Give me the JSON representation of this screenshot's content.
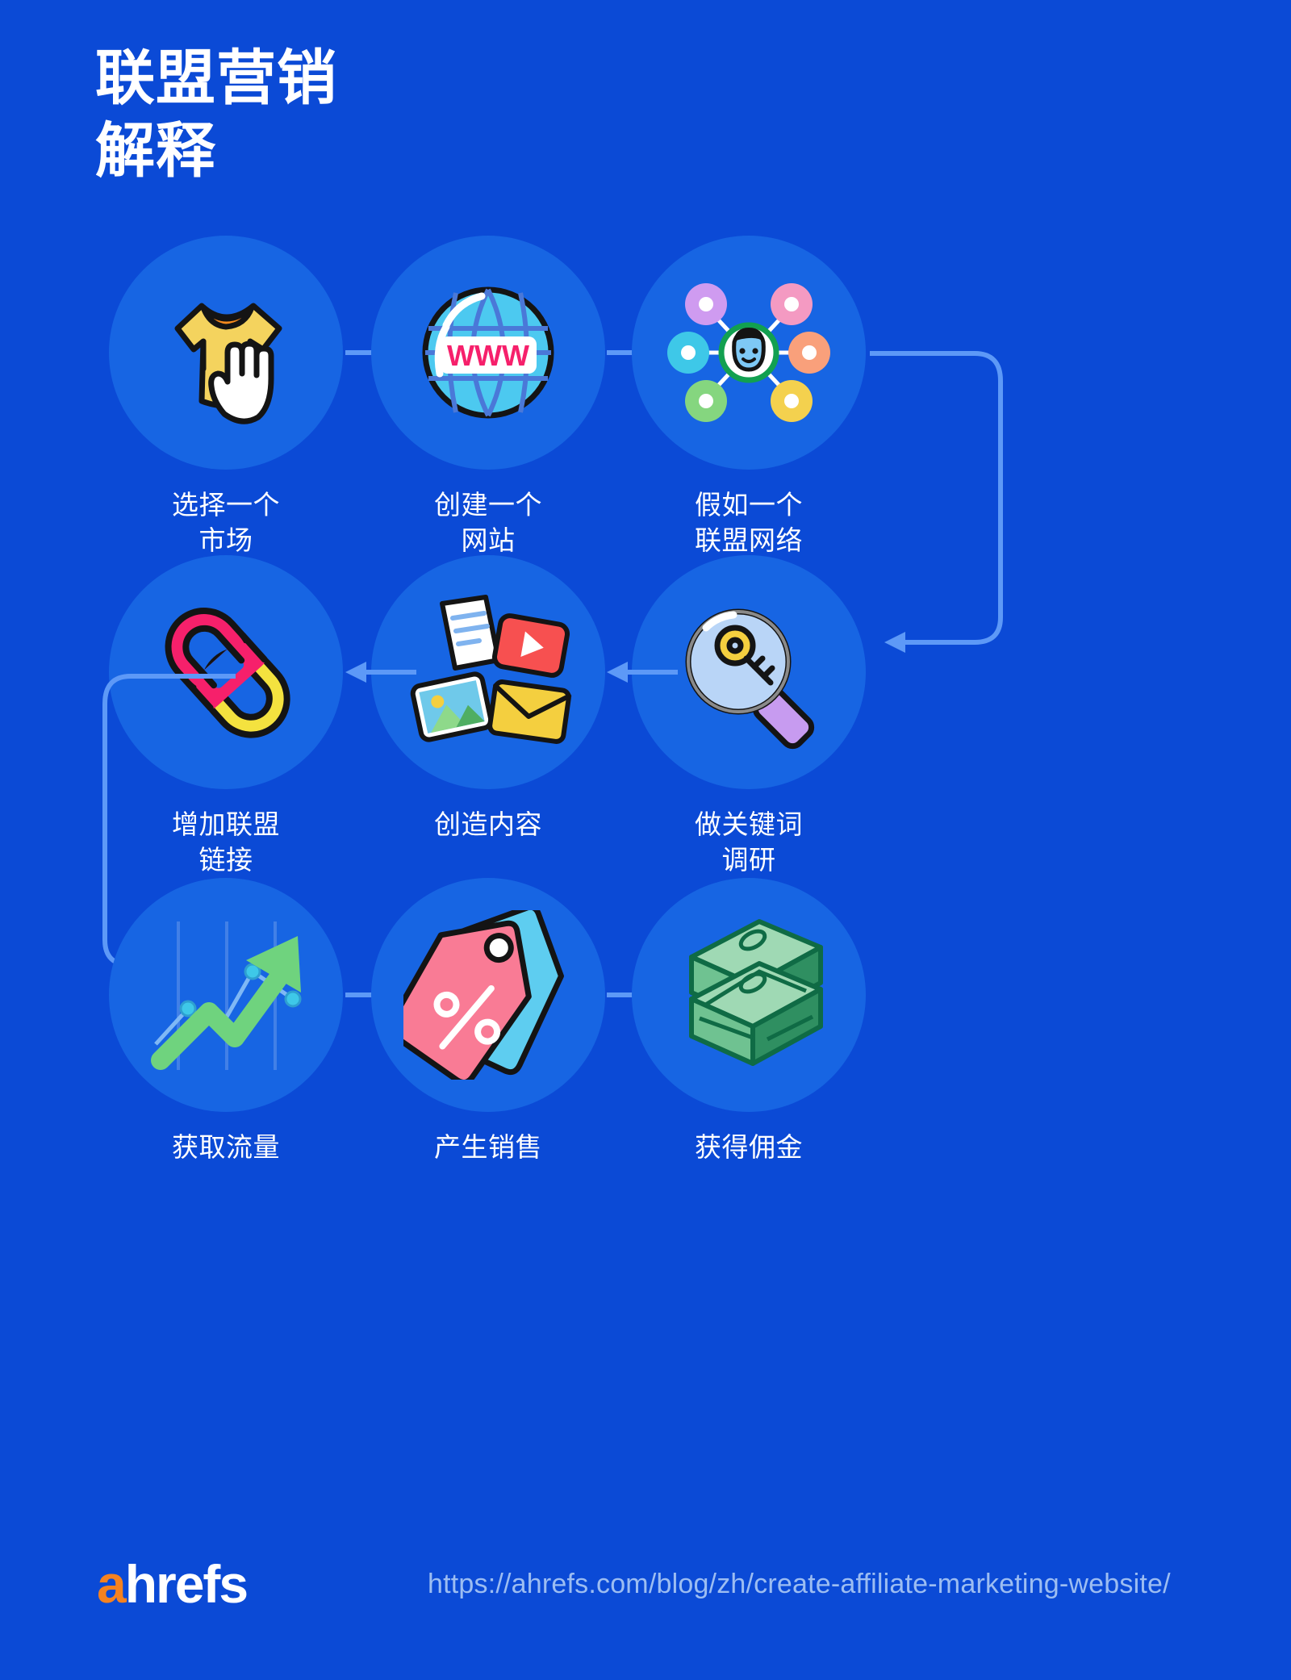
{
  "meta": {
    "background_color": "#0b4ad6",
    "bubble_color": "#1765e3",
    "arrow_color": "#5d99f7",
    "text_color": "#ffffff",
    "url_color": "#9cbdf2",
    "logo_accent_color": "#f58220"
  },
  "title": "联盟营销\n解释",
  "steps": [
    {
      "index": 1,
      "label": "选择一个\n市场",
      "icon": "tshirt-cursor-icon"
    },
    {
      "index": 2,
      "label": "创建一个\n网站",
      "icon": "globe-www-icon"
    },
    {
      "index": 3,
      "label": "假如一个\n联盟网络",
      "icon": "affiliate-network-icon"
    },
    {
      "index": 4,
      "label": "做关键词\n调研",
      "icon": "magnifier-key-icon"
    },
    {
      "index": 5,
      "label": "创造内容",
      "icon": "content-media-icon"
    },
    {
      "index": 6,
      "label": "增加联盟\n链接",
      "icon": "chain-link-icon"
    },
    {
      "index": 7,
      "label": "获取流量",
      "icon": "growth-chart-icon"
    },
    {
      "index": 8,
      "label": "产生销售",
      "icon": "discount-tag-icon"
    },
    {
      "index": 9,
      "label": "获得佣金",
      "icon": "money-stack-icon"
    }
  ],
  "footer": {
    "logo_a": "a",
    "logo_rest": "hrefs",
    "url": "https://ahrefs.com/blog/zh/create-affiliate-marketing-website/"
  }
}
